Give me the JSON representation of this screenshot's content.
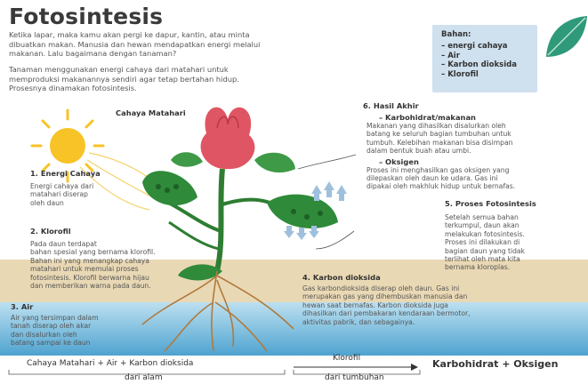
{
  "title": "Fotosintesis",
  "intro1": [
    "Ketika lapar, maka kamu akan pergi ke dapur, kantin, atau minta",
    "dibuatkan makan. Manusia dan hewan mendapatkan energi melalui",
    "makanan. Lalu bagaimana dengan tanaman?"
  ],
  "intro2": [
    "Tanaman menggunakan energi cahaya dari matahari untuk",
    "memproduksi makanannya sendiri agar tetap bertahan hidup.",
    "Prosesnya dinamakan fotosintesis."
  ],
  "bahan": {
    "heading": "Bahan:",
    "items": [
      "– energi cahaya",
      "– Air",
      "– Karbon dioksida",
      "– Klorofil"
    ]
  },
  "sun_label": "Cahaya Matahari",
  "steps": {
    "s1": {
      "heading": "1. Energi Cahaya",
      "lines": [
        "Energi cahaya dari",
        "matahari diserap",
        "oleh daun"
      ]
    },
    "s2": {
      "heading": "2. Klorofil",
      "lines": [
        "Pada daun terdapat",
        "bahan spesial yang bernama klorofil.",
        "Bahan ini yang menangkap cahaya",
        "matahari untuk memulai proses",
        "fotosintesis. Klorofil berwarna hijau",
        "dan memberikan warna pada daun."
      ]
    },
    "s3": {
      "heading": "3. Air",
      "lines": [
        "Air yang tersimpan dalam",
        "tanah diserap oleh akar",
        "dan disalurkan oleh",
        "batang sampai ke daun"
      ]
    },
    "s4": {
      "heading": "4. Karbon dioksida",
      "lines": [
        "Gas karbondioksida diserap oleh daun. Gas ini",
        "merupakan gas yang dihembuskan manusia dan",
        "hewan saat bernafas. Karbon dioksida juga",
        "dihasilkan dari pembakaran kendaraan bermotor,",
        "aktivitas pabrik, dan sebagainya."
      ]
    },
    "s5": {
      "heading": "5. Proses Fotosintesis",
      "lines": [
        "Setelah semua bahan",
        "terkumpul, daun akan",
        "melakukan fotosintesis.",
        "Proses ini dilakukan di",
        "bagian daun yang tidak",
        "terlihat oleh mata kita",
        "bernama kloroplas."
      ]
    },
    "s6": {
      "heading": "6. Hasil Akhir",
      "sub1": "Karbohidrat/makanan",
      "lines1": [
        "Makanan yang dihasilkan disalurkan oleh",
        "batang ke seluruh bagian tumbuhan untuk",
        "tumbuh. Kelebihan makanan bisa disimpan",
        "dalam bentuk buah atau umbi."
      ],
      "sub2": "Oksigen",
      "lines2": [
        "Proses ini menghasilkan gas oksigen yang",
        "dilepaskan oleh daun ke udara. Gas ini",
        "dipakai oleh makhluk hidup untuk bernafas."
      ]
    }
  },
  "equation": {
    "left": "Cahaya Matahari + Air + Karbon dioksida",
    "middle": "Klorofil",
    "right": "Karbohidrat + Oksigen",
    "left_caption": "dari alam",
    "middle_caption": "dari tumbuhan"
  },
  "colors": {
    "sun": "#f7c326",
    "leaf": "#2f8a3a",
    "flower": "#e05563",
    "water": "#4ea3d0",
    "soil": "#e9d8b4",
    "bahan_bg": "#cfe0ee"
  }
}
